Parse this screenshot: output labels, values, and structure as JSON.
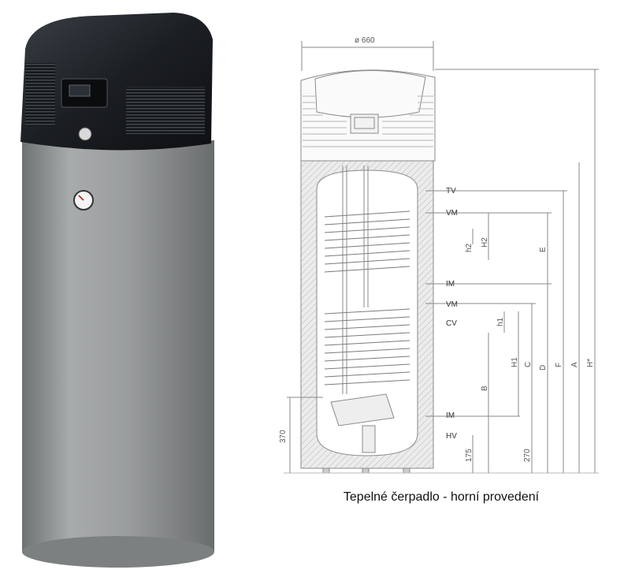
{
  "caption": "Tepelné čerpadlo - horní provedení",
  "drawing": {
    "diameter_label": "ø 660",
    "connections": [
      "TV",
      "VM",
      "IM",
      "VM",
      "CV",
      "IM",
      "HV"
    ],
    "right_dimensions": [
      "E",
      "D",
      "F",
      "A",
      "H*"
    ],
    "inner_dimensions": [
      "H2",
      "h2",
      "h1",
      "H1",
      "C",
      "B"
    ],
    "bottom_dimensions": [
      "370",
      "270",
      "175"
    ]
  },
  "colors": {
    "body_gray": "#9c9fa0",
    "head_black": "#1f2328",
    "line_gray": "#8a8a8a"
  }
}
